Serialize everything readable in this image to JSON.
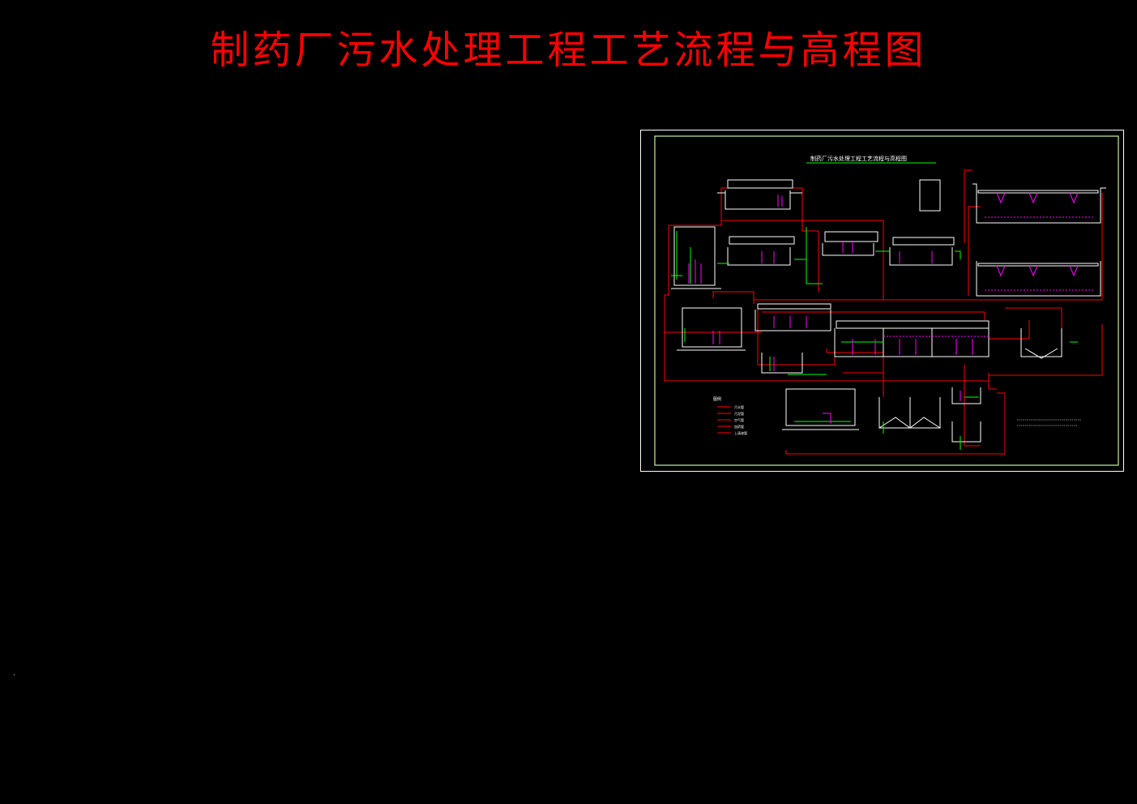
{
  "main_title": "制药厂污水处理工程工艺流程与高程图",
  "drawing_title": "制药厂污水处理工程工艺流程与高程图",
  "colors": {
    "background": "#000000",
    "title": "#ff0000",
    "frame": "#ffffff",
    "inner_frame": "#c8f0a0",
    "structure": "#ffffff",
    "flow_line": "#ff0000",
    "equipment": "#ff00ff",
    "pipe_green": "#00ff00"
  },
  "legend": {
    "heading": "图例",
    "items": [
      "污水管",
      "污泥管",
      "空气管",
      "加药管",
      "上清液管"
    ]
  }
}
